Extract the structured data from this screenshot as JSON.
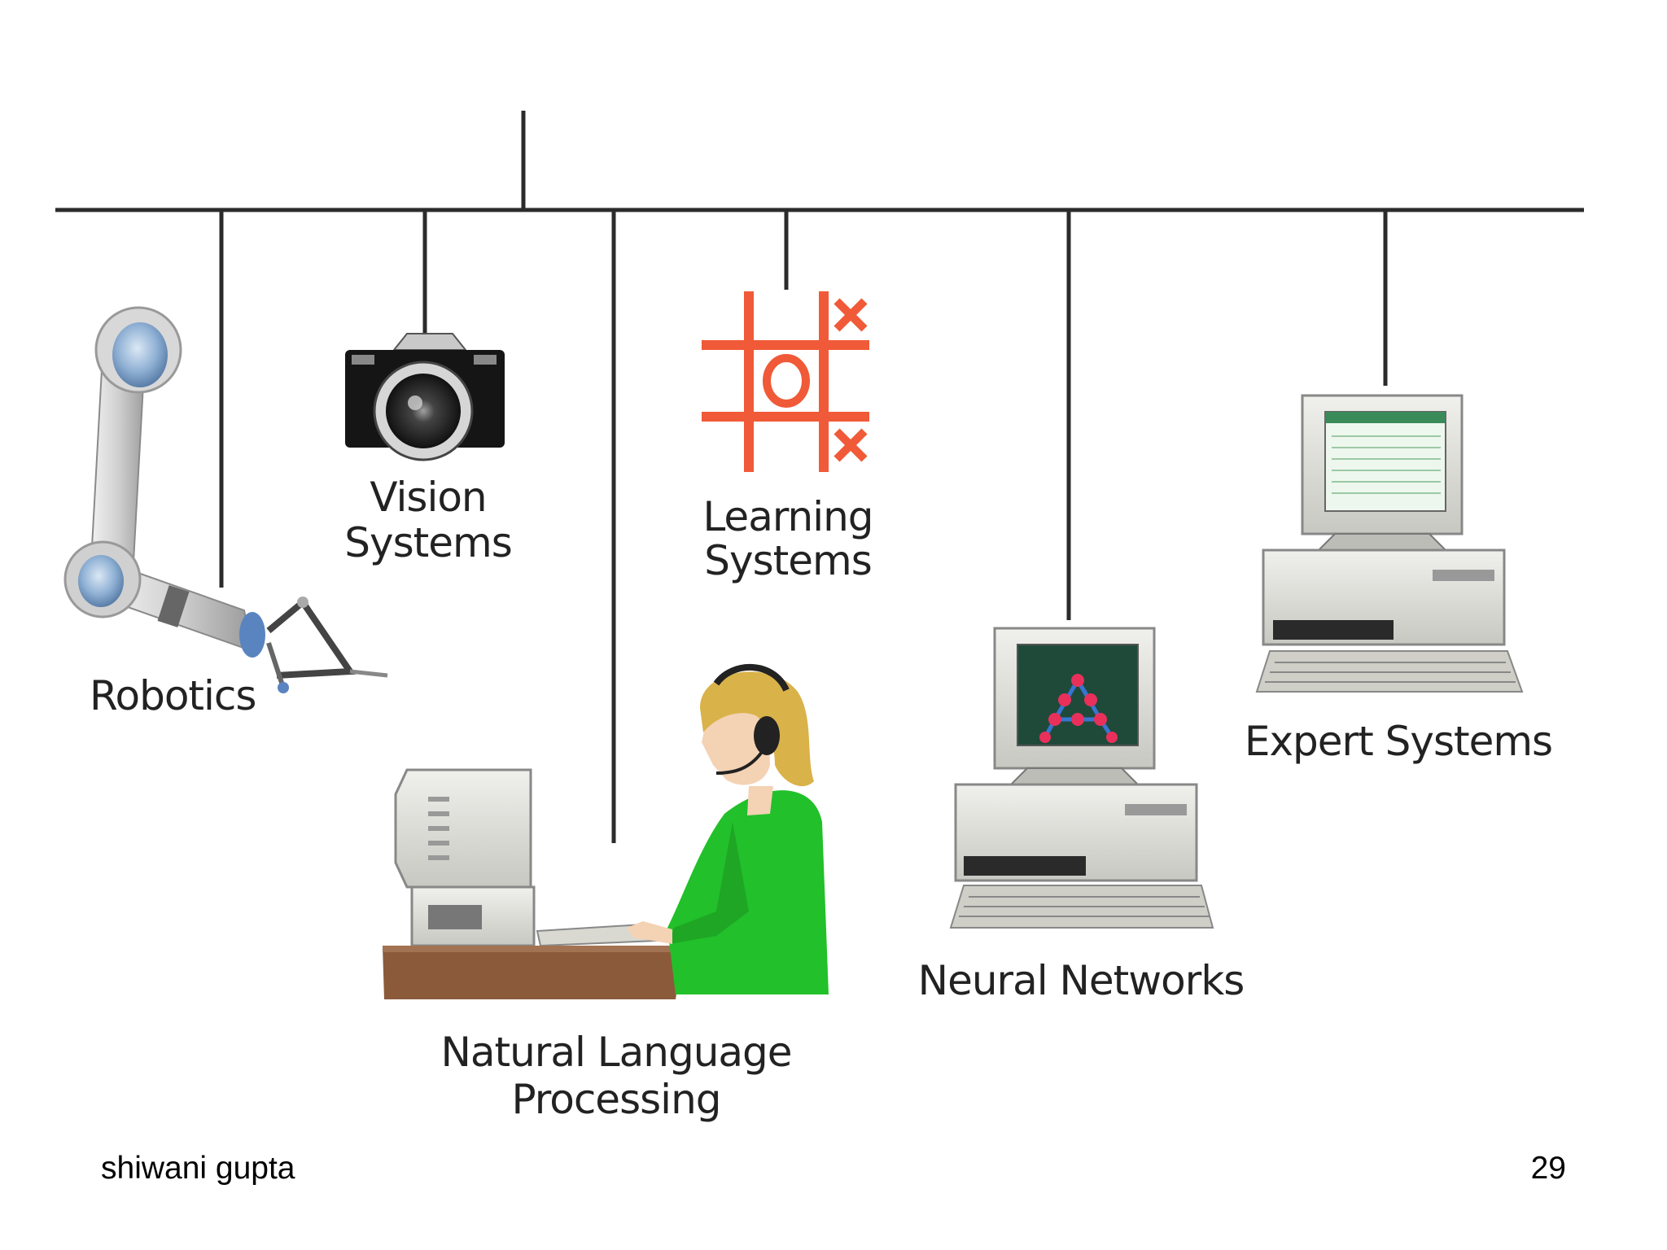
{
  "diagram": {
    "branches": [
      {
        "id": "robotics",
        "lines": [
          "Robotics"
        ],
        "icon": "robot-arm-icon"
      },
      {
        "id": "vision",
        "lines": [
          "Vision",
          "Systems"
        ],
        "icon": "camera-icon"
      },
      {
        "id": "nlp",
        "lines": [
          "Natural Language",
          "Processing"
        ],
        "icon": "person-at-computer-icon"
      },
      {
        "id": "learning",
        "lines": [
          "Learning",
          "Systems"
        ],
        "icon": "tic-tac-toe-icon"
      },
      {
        "id": "neural",
        "lines": [
          "Neural Networks"
        ],
        "icon": "computer-neural-network-icon"
      },
      {
        "id": "expert",
        "lines": [
          "Expert Systems"
        ],
        "icon": "computer-expert-system-icon"
      }
    ],
    "colors": {
      "line": "#2b2b2b",
      "tictactoe": "#f05a38",
      "shirt": "#22c02a",
      "hair": "#d9b24a",
      "desk": "#8a5a3a",
      "screen_green": "#3a8a5a",
      "node": "#e8305a"
    }
  },
  "footer": {
    "author": "shiwani gupta",
    "page": "29"
  }
}
